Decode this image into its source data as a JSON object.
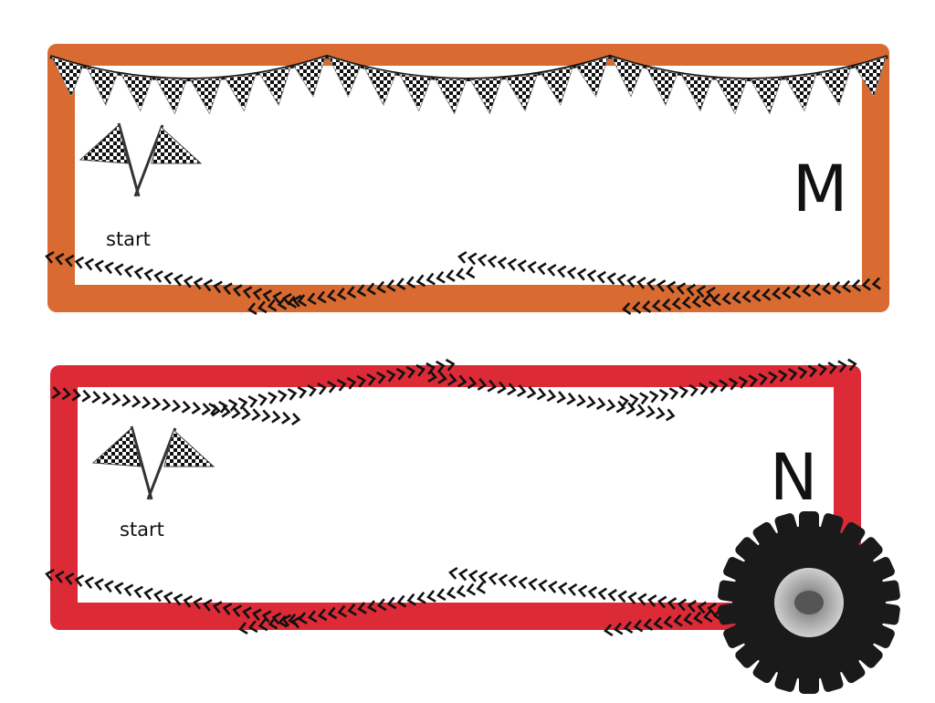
{
  "cards": [
    {
      "letter": "M",
      "start_label": "start",
      "border_color": "#d96a31"
    },
    {
      "letter": "N",
      "start_label": "start",
      "border_color": "#dc2a37"
    }
  ],
  "icons": {
    "bunting": "checkered-bunting-icon",
    "flags": "crossed-checkered-flags-icon",
    "tire": "tire-icon",
    "tracks": "tire-tracks-icon"
  }
}
